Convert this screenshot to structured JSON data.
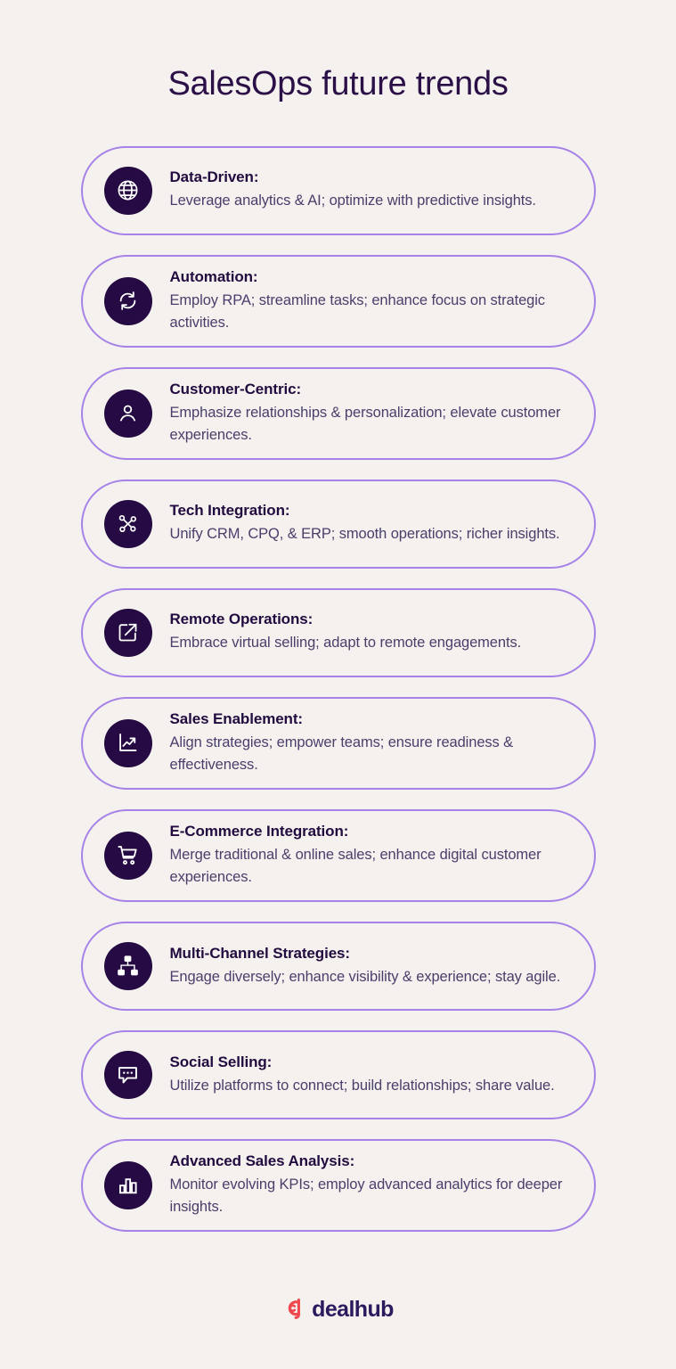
{
  "header": {
    "title": "SalesOps future trends"
  },
  "colors": {
    "background": "#f4f1ee",
    "card_border": "#a783e8",
    "icon_circle": "#250a43",
    "heading_text": "#220b3f",
    "body_text": "#4a3f6b",
    "title_text": "#2b1048",
    "logo_mark": "#f0484f",
    "logo_word": "#2b1a5e"
  },
  "cards": [
    {
      "icon": "globe-icon",
      "heading": "Data-Driven:",
      "body": "Leverage analytics & AI; optimize with predictive insights."
    },
    {
      "icon": "refresh-sync-icon",
      "heading": "Automation:",
      "body": "Employ RPA; streamline tasks; enhance focus on strategic activities."
    },
    {
      "icon": "user-person-icon",
      "heading": "Customer-Centric:",
      "body": "Emphasize relationships & personalization; elevate customer experiences."
    },
    {
      "icon": "network-nodes-icon",
      "heading": "Tech Integration:",
      "body": "Unify CRM, CPQ, & ERP; smooth operations; richer insights."
    },
    {
      "icon": "external-link-arrow-icon",
      "heading": "Remote Operations:",
      "body": "Embrace virtual selling; adapt to remote engagements."
    },
    {
      "icon": "trending-up-chart-icon",
      "heading": "Sales Enablement:",
      "body": "Align strategies; empower teams; ensure readiness & effectiveness."
    },
    {
      "icon": "shopping-cart-icon",
      "heading": "E-Commerce Integration:",
      "body": "Merge traditional & online sales; enhance digital customer experiences."
    },
    {
      "icon": "sitemap-hierarchy-icon",
      "heading": "Multi-Channel Strategies:",
      "body": "Engage diversely; enhance visibility & experience; stay agile."
    },
    {
      "icon": "chat-bubble-icon",
      "heading": "Social Selling:",
      "body": "Utilize platforms to connect; build relationships; share value."
    },
    {
      "icon": "bar-chart-icon",
      "heading": "Advanced Sales Analysis:",
      "body": "Monitor evolving KPIs; employ advanced analytics for deeper insights."
    }
  ],
  "footer": {
    "logo_text": "dealhub"
  }
}
